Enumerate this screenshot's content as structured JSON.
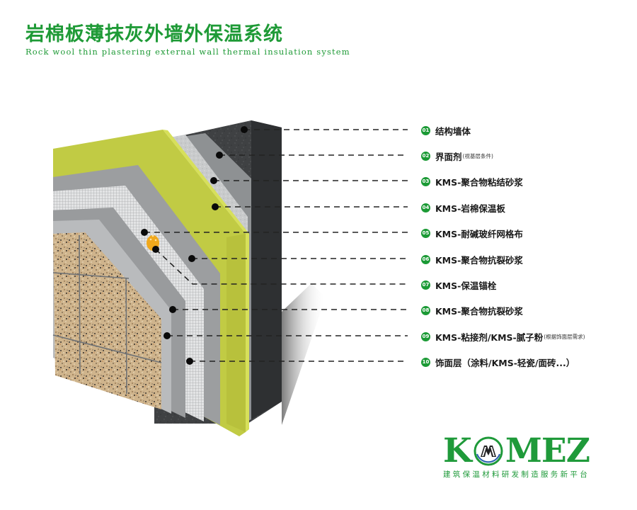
{
  "header": {
    "title": "岩棉板薄抹灰外墙外保温系统",
    "subtitle": "Rock wool thin plastering external wall thermal insulation system"
  },
  "colors": {
    "brand_green": "#1e9a36",
    "rock_wool": "#c2cc45",
    "concrete": "#3d3f41",
    "mortar_gray": "#9a9c9d",
    "mesh_light": "#d9dadb",
    "finish_tile": "#c8ab84",
    "anchor": "#f0a81c"
  },
  "layers": [
    {
      "num": "01",
      "label": "结构墙体",
      "note": ""
    },
    {
      "num": "02",
      "label": "界面剂",
      "note": "(视基层条件)"
    },
    {
      "num": "03",
      "label": "KMS-聚合物粘结砂浆",
      "note": ""
    },
    {
      "num": "04",
      "label": "KMS-岩棉保温板",
      "note": ""
    },
    {
      "num": "05",
      "label": "KMS-耐碱玻纤网格布",
      "note": ""
    },
    {
      "num": "06",
      "label": "KMS-聚合物抗裂砂浆",
      "note": ""
    },
    {
      "num": "07",
      "label": "KMS-保温锚栓",
      "note": ""
    },
    {
      "num": "08",
      "label": "KMS-聚合物抗裂砂浆",
      "note": ""
    },
    {
      "num": "09",
      "label": "KMS-粘接剂/KMS-腻子粉",
      "note": "(根据饰面层需求)"
    },
    {
      "num": "10",
      "label": "饰面层（涂料/KMS-轻瓷/面砖...）",
      "note": ""
    }
  ],
  "logo": {
    "letters": [
      "K",
      "M",
      "E",
      "Z"
    ],
    "tagline": "建筑保温材料研发制造服务新平台"
  }
}
